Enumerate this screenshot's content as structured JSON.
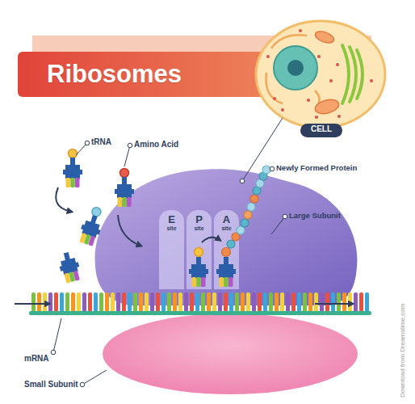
{
  "diagram": {
    "title": "Ribosomes",
    "nodes": [
      {
        "text": [
          "CELL"
        ]
      },
      {
        "text": [
          "E",
          "site"
        ]
      },
      {
        "text": [
          "P",
          "site"
        ]
      },
      {
        "text": [
          "A",
          "site"
        ]
      }
    ],
    "labels": [
      "tRNA",
      "Amino Acid",
      "Newly Formed Protein",
      "Large Subunit",
      "mRNA",
      "Small Subunit",
      "Download from Dreamstime.com"
    ]
  }
}
